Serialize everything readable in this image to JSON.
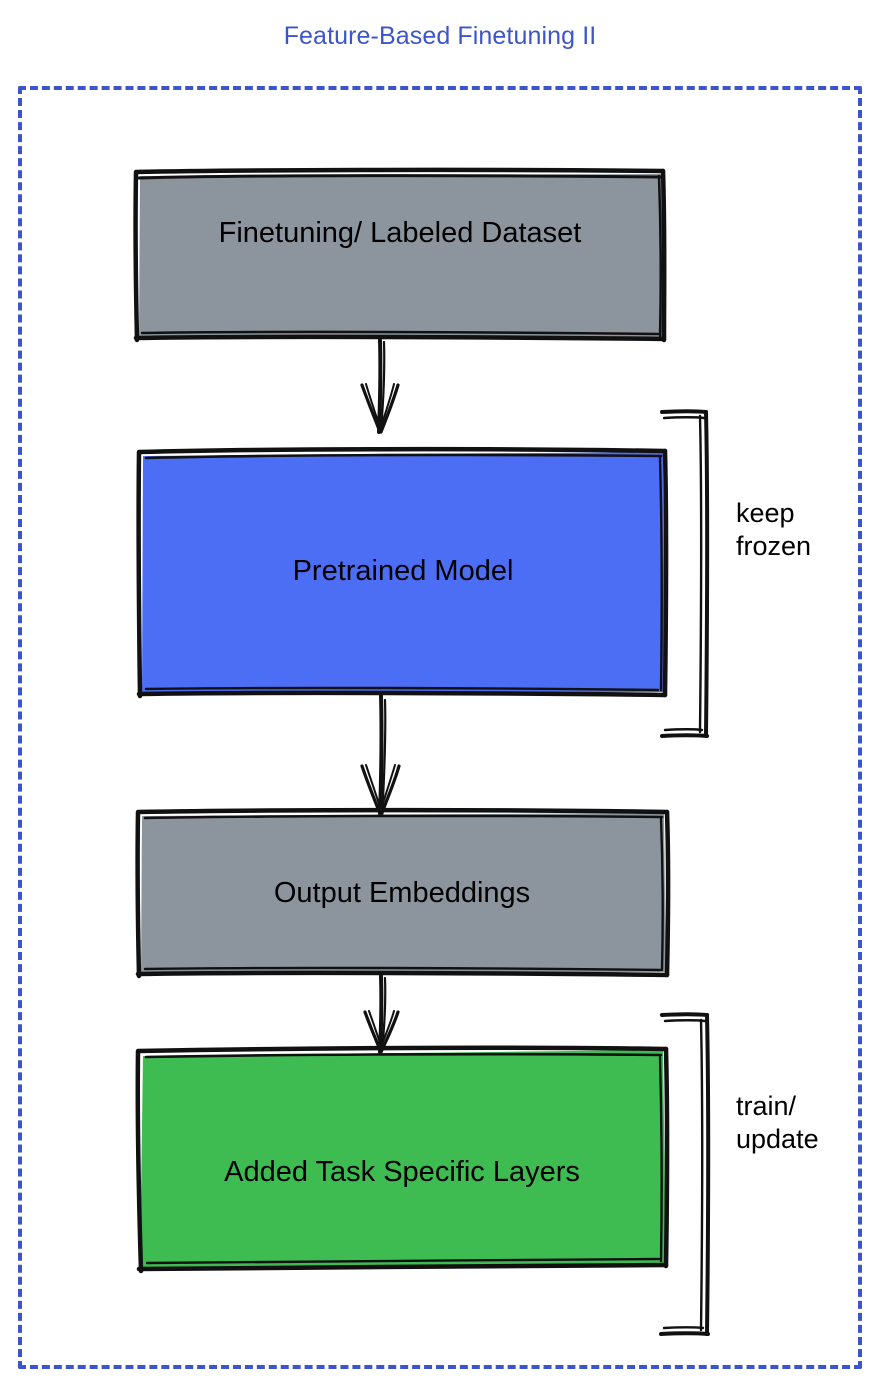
{
  "title": "Feature-Based Finetuning II",
  "colors": {
    "title": "#3c55cc",
    "frame_border": "#3c55cc",
    "dataset_box": "#8c959e",
    "pretrained_box": "#4c6ef5",
    "embeddings_box": "#8c959e",
    "task_layers_box": "#3ebc52",
    "stroke": "#111111",
    "label_text": "#000000",
    "background": "#ffffff"
  },
  "nodes": [
    {
      "id": "finetuning-dataset",
      "label": "Finetuning/ Labeled Dataset",
      "fill": "#8c959e"
    },
    {
      "id": "pretrained-model",
      "label": "Pretrained Model",
      "fill": "#4c6ef5"
    },
    {
      "id": "output-embeddings",
      "label": "Output Embeddings",
      "fill": "#8c959e"
    },
    {
      "id": "added-task-specific-layers",
      "label": "Added Task Specific Layers",
      "fill": "#3ebc52"
    }
  ],
  "annotations": [
    {
      "id": "keep-frozen",
      "line1": "keep",
      "line2": "frozen",
      "text": "keep\nfrozen"
    },
    {
      "id": "train-update",
      "line1": "train/",
      "line2": "update",
      "text": "train/\nupdate"
    }
  ],
  "edges": [
    {
      "id": "edge-dataset-to-pretrained",
      "from": "finetuning-dataset",
      "to": "pretrained-model"
    },
    {
      "id": "edge-pretrained-to-embeddings",
      "from": "pretrained-model",
      "to": "output-embeddings"
    },
    {
      "id": "edge-embeddings-to-task-layers",
      "from": "output-embeddings",
      "to": "added-task-specific-layers"
    }
  ]
}
